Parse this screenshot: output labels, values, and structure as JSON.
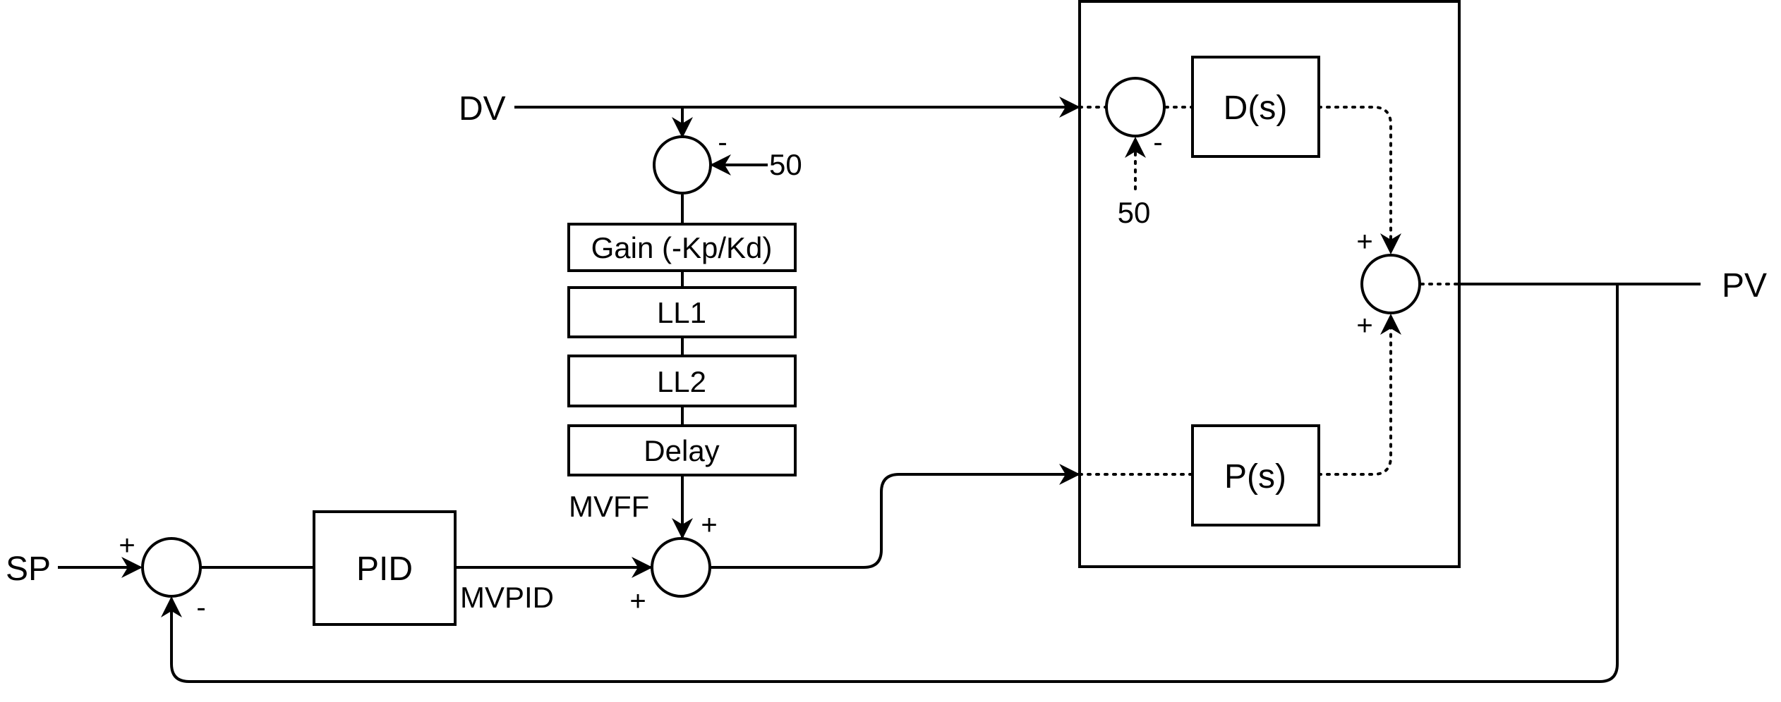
{
  "signals": {
    "sp": "SP",
    "pv": "PV",
    "dv": "DV",
    "mvpid": "MVPID",
    "mvff": "MVFF"
  },
  "blocks": {
    "pid": "PID",
    "gain": "Gain (-Kp/Kd)",
    "ll1": "LL1",
    "ll2": "LL2",
    "delay": "Delay",
    "ds": "D(s)",
    "ps": "P(s)"
  },
  "constants": {
    "ff_offset": "50",
    "process_offset": "50"
  },
  "signs": {
    "sp_sum_plus": "+",
    "sp_sum_minus": "-",
    "mv_sum_plus_top": "+",
    "mv_sum_plus_bottom": "+",
    "ff_sum_minus": "-",
    "process_sum_minus": "-",
    "out_sum_plus_top": "+",
    "out_sum_plus_bottom": "+"
  }
}
